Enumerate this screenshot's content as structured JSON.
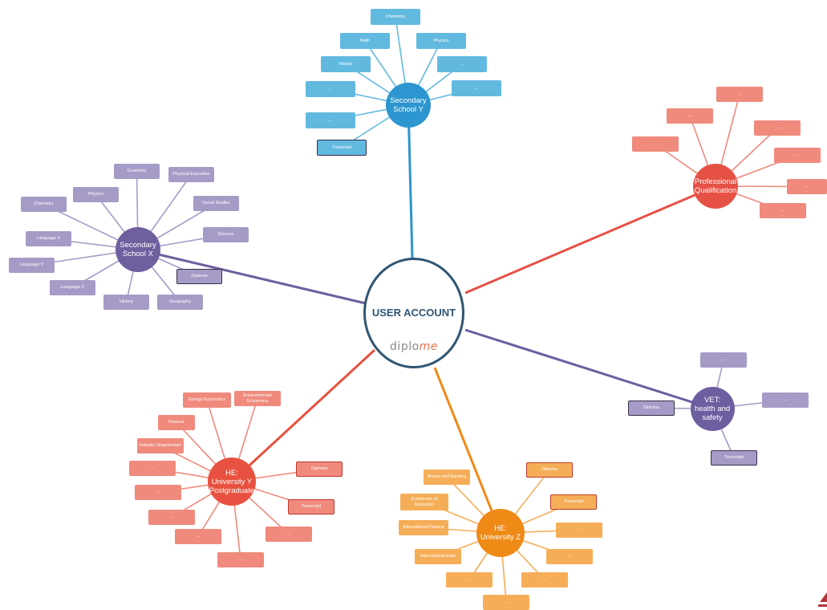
{
  "center": {
    "title": "USER ACCOUNT",
    "brand_a": "diplo",
    "brand_b": "me"
  },
  "colors": {
    "center_border": "#2f5573",
    "secondary_y": "#2b96cf",
    "secondary_y_leaf": "#62b9e0",
    "secondary_x": "#6f5f9e",
    "secondary_x_leaf": "#a59bc6",
    "professional": "#e65145",
    "professional_leaf": "#ef8a7d",
    "vet": "#6d5ea0",
    "vet_leaf": "#a59bc6",
    "he_y": "#e8513f",
    "he_y_leaf": "#ef8a7d",
    "he_z": "#ef8a17",
    "he_z_leaf": "#f5ae57"
  },
  "nodes": [
    {
      "id": "secondary_y",
      "label": "Secondary School Y",
      "leaves": [
        "Chemistry",
        "Math",
        "Physics",
        "History",
        "...",
        "...",
        "...",
        "...",
        "Transcript"
      ]
    },
    {
      "id": "secondary_x",
      "label": "Secondary School X",
      "leaves": [
        "Geometry",
        "Physical Education",
        "Physics",
        "Chemistry",
        "Social Studies",
        "Science",
        "Language X",
        "Language Y",
        "Language Z",
        "History",
        "Geography",
        "Diploma"
      ]
    },
    {
      "id": "professional",
      "label": "Professional Qualification",
      "leaves": [
        "...",
        "...",
        "...",
        "...",
        "...",
        "...",
        "..."
      ]
    },
    {
      "id": "vet",
      "label": "VET: health and safety",
      "leaves": [
        "...",
        "...",
        "Diploma",
        "Transcript"
      ]
    },
    {
      "id": "he_y",
      "label": "HE: University Y Postgraduate",
      "leaves": [
        "Energy Economics",
        "Environmental Economics",
        "Finance",
        "Industry Organization",
        "...",
        "...",
        "...",
        "...",
        "...",
        "...",
        "Diploma",
        "Transcript"
      ]
    },
    {
      "id": "he_z",
      "label": "HE: University Z",
      "leaves": [
        "Money and Banking",
        "Economics of Education",
        "International Finance",
        "International trade",
        "Diploma",
        "Transcript",
        "...",
        "...",
        "...",
        "...",
        "..."
      ]
    }
  ]
}
